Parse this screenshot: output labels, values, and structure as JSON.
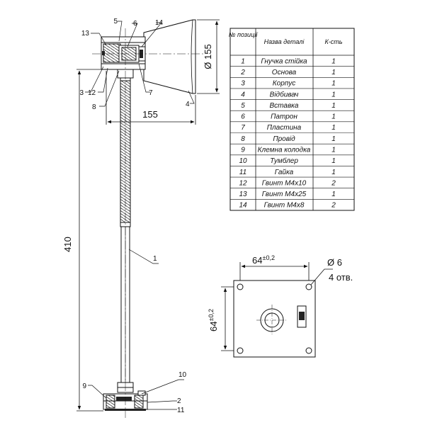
{
  "table": {
    "headers": [
      "№ позиції",
      "Назва деталі",
      "К-сть"
    ],
    "rows": [
      {
        "pos": "1",
        "name": "Гнучка стійка",
        "qty": "1"
      },
      {
        "pos": "2",
        "name": "Основа",
        "qty": "1"
      },
      {
        "pos": "3",
        "name": "Корпус",
        "qty": "1"
      },
      {
        "pos": "4",
        "name": "Відбивач",
        "qty": "1"
      },
      {
        "pos": "5",
        "name": "Вставка",
        "qty": "1"
      },
      {
        "pos": "6",
        "name": "Патрон",
        "qty": "1"
      },
      {
        "pos": "7",
        "name": "Пластина",
        "qty": "1"
      },
      {
        "pos": "8",
        "name": "Провід",
        "qty": "1"
      },
      {
        "pos": "9",
        "name": "Клемна колодка",
        "qty": "1"
      },
      {
        "pos": "10",
        "name": "Тумблер",
        "qty": "1"
      },
      {
        "pos": "11",
        "name": "Гайка",
        "qty": "1"
      },
      {
        "pos": "12",
        "name": "Гвинт М4х10",
        "qty": "2"
      },
      {
        "pos": "13",
        "name": "Гвинт М4х25",
        "qty": "1"
      },
      {
        "pos": "14",
        "name": "Гвинт М4х8",
        "qty": "2"
      }
    ]
  },
  "callouts": {
    "c1": "1",
    "c2": "2",
    "c3": "3",
    "c4": "4",
    "c5": "5",
    "c6": "6",
    "c7": "7",
    "c8": "8",
    "c9": "9",
    "c10": "10",
    "c11": "11",
    "c12": "12",
    "c13": "13",
    "c14": "14"
  },
  "dimensions": {
    "height": "410",
    "width": "155",
    "diameter": "Ø 155",
    "base_width": "64",
    "base_width_tol": "±0,2",
    "base_height": "64",
    "base_height_tol": "±0,2",
    "hole_diameter": "Ø 6",
    "hole_count": "4 отв."
  }
}
